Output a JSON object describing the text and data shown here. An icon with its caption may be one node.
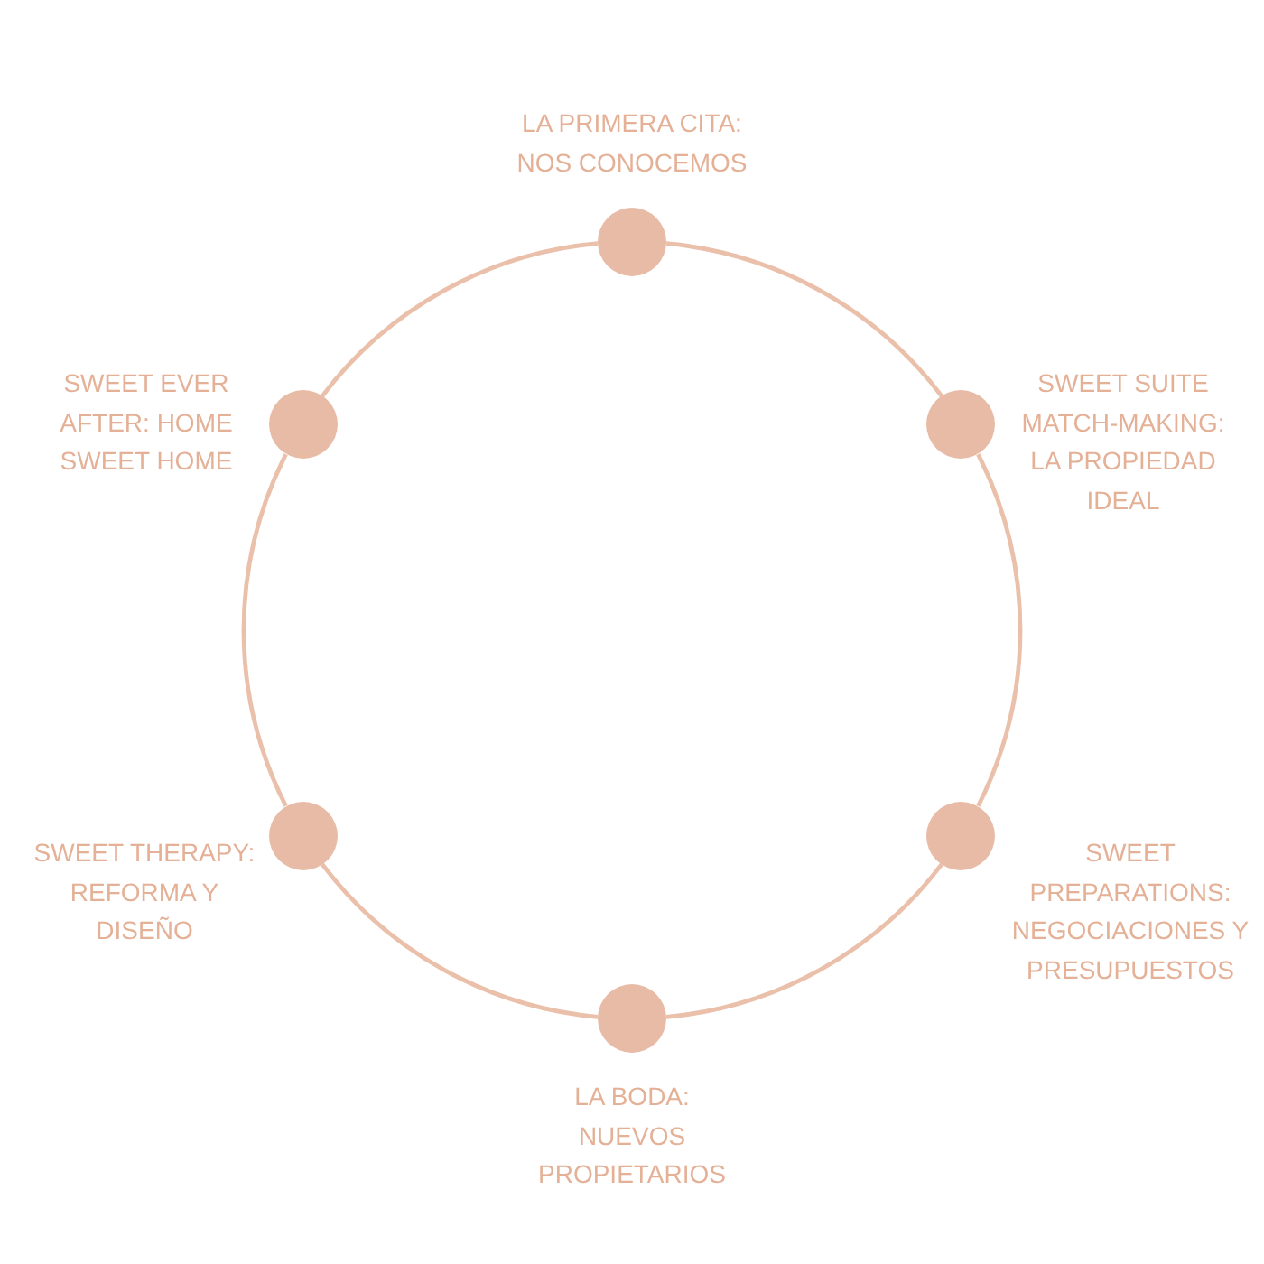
{
  "diagram": {
    "nodes": [
      {
        "text": [],
        "shape": "circle",
        "beside": [
          "LA PRIMERA CITA: NOS CONOCEMOS"
        ]
      },
      {
        "text": [],
        "shape": "circle",
        "beside": [
          "SWEET SUITE MATCH-MAKING: LA PROPIEDAD IDEAL"
        ]
      },
      {
        "text": [],
        "shape": "circle",
        "beside": [
          "SWEET PREPARATIONS: NEGOCIACIONES Y PRESUPUESTOS"
        ]
      },
      {
        "text": [],
        "shape": "circle",
        "beside": [
          "LA BODA: NUEVOS PROPIETARIOS"
        ]
      },
      {
        "text": [],
        "shape": "circle",
        "beside": [
          "SWEET THERAPY: REFORMA Y DISEÑO"
        ]
      },
      {
        "text": [],
        "shape": "circle",
        "beside": [
          "SWEET EVER AFTER: HOME SWEET HOME"
        ]
      }
    ],
    "edges": [
      {
        "from": 0,
        "to": 1,
        "arrow": "none"
      },
      {
        "from": 1,
        "to": 2,
        "arrow": "none"
      },
      {
        "from": 2,
        "to": 3,
        "arrow": "none"
      },
      {
        "from": 3,
        "to": 4,
        "arrow": "none"
      },
      {
        "from": 4,
        "to": 5,
        "arrow": "none"
      },
      {
        "from": 5,
        "to": 0,
        "arrow": "none"
      }
    ]
  }
}
